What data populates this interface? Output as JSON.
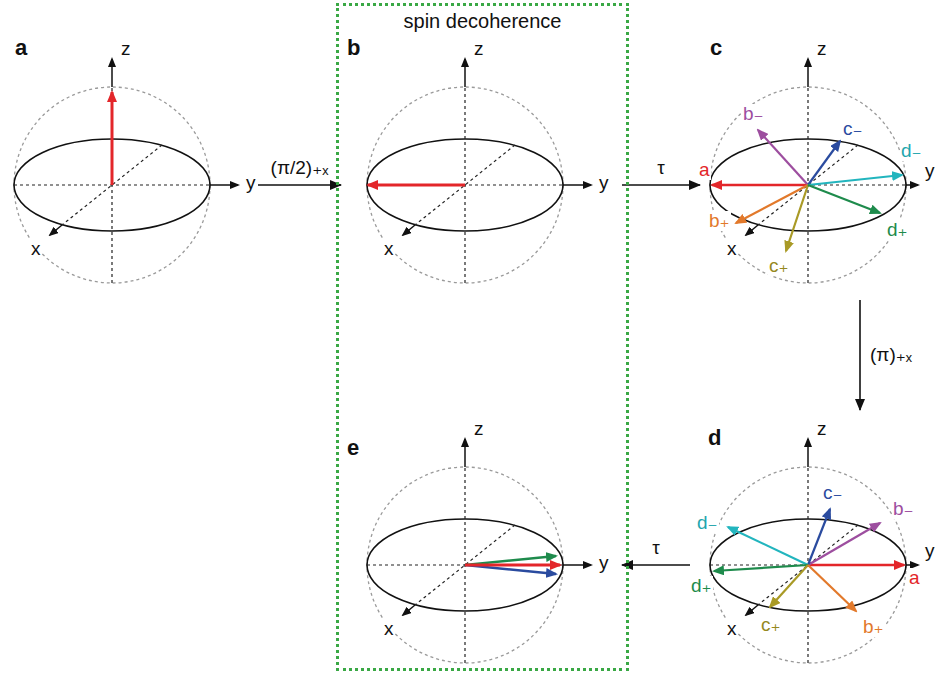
{
  "diagram": {
    "nodes": [
      {
        "text": [
          "a"
        ]
      },
      {
        "text": [
          "spin decoherence"
        ]
      },
      {
        "text": [
          "b"
        ],
        "in": 1
      },
      {
        "text": [
          "c"
        ]
      },
      {
        "text": [
          "e"
        ],
        "in": 1
      },
      {
        "text": [
          "d"
        ]
      }
    ],
    "edges": [
      {
        "from": 0,
        "to": 2,
        "arrow": "to",
        "label": "(π/2)₊ₓ"
      },
      {
        "from": 2,
        "to": 3,
        "arrow": "to",
        "label": "τ"
      },
      {
        "from": 3,
        "to": 5,
        "arrow": "to",
        "label": "(π)₊ₓ"
      },
      {
        "from": 5,
        "to": 4,
        "arrow": "to",
        "label": "τ"
      }
    ],
    "labels": [
      "z",
      "y",
      "x",
      "z",
      "y",
      "x",
      "z",
      "y",
      "x",
      "a",
      "b₋",
      "c₋",
      "d₋",
      "b₊",
      "c₊",
      "d₊",
      "z",
      "y",
      "x",
      "c₋",
      "d₋",
      "b₋",
      "a",
      "d₊",
      "c₊",
      "b₊",
      "z",
      "y",
      "x"
    ]
  }
}
